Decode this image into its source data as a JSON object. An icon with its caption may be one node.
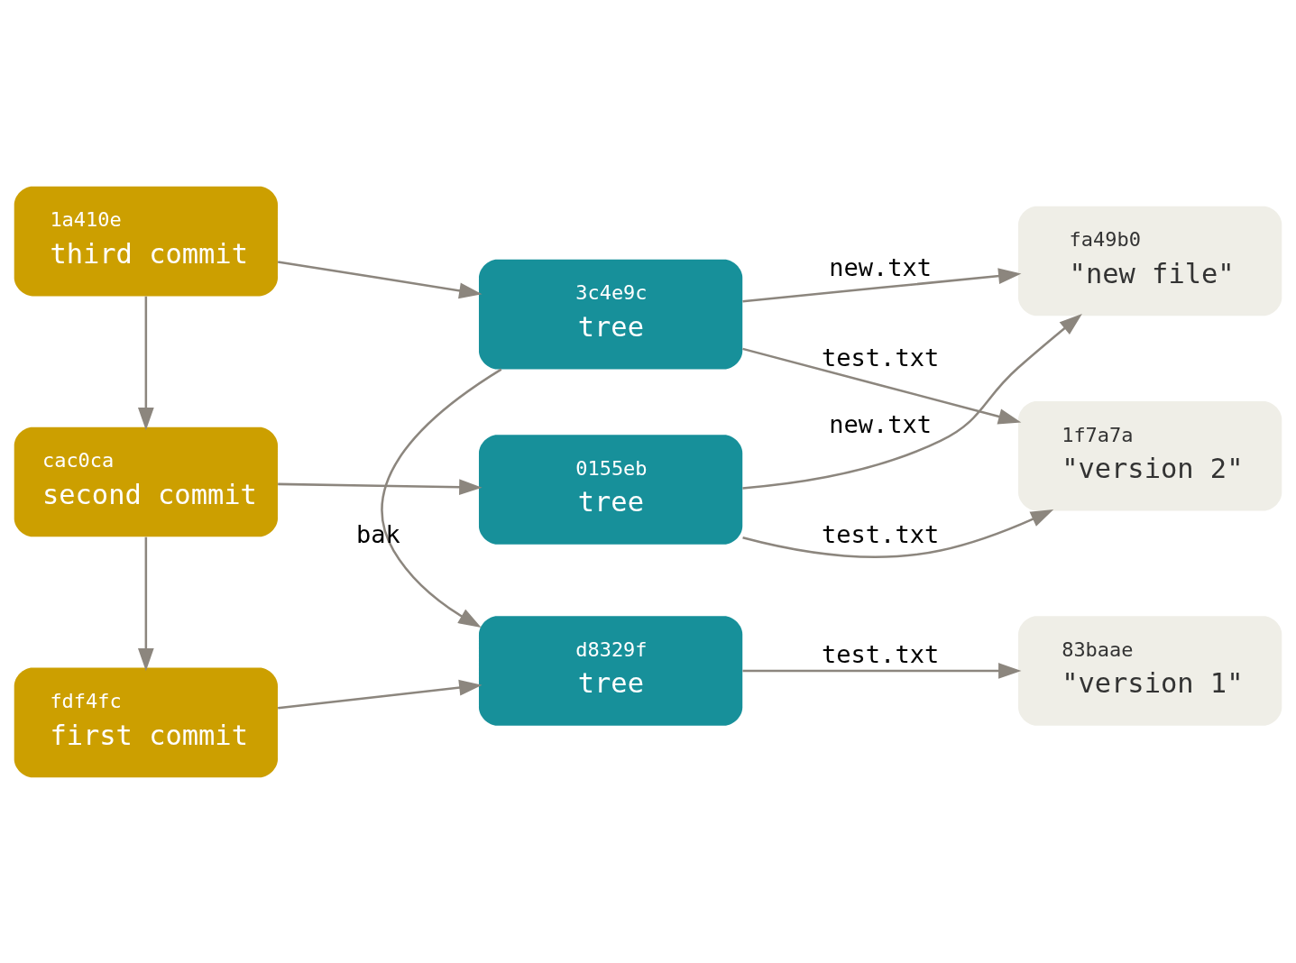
{
  "diagram": {
    "nodes": [
      {
        "text": [
          "1a410e",
          "third commit"
        ]
      },
      {
        "text": [
          "3c4e9c",
          "tree"
        ]
      },
      {
        "text": [
          "1f7a7a",
          "\"version 2\""
        ]
      },
      {
        "text": [
          "cac0ca",
          "second commit"
        ]
      },
      {
        "text": [
          "0155eb",
          "tree"
        ]
      },
      {
        "text": [
          "fa49b0",
          "\"new file\""
        ]
      },
      {
        "text": [
          "fdf4fc",
          "first commit"
        ]
      },
      {
        "text": [
          "d8329f",
          "tree"
        ]
      },
      {
        "text": [
          "83baae",
          "\"version 1\""
        ]
      }
    ],
    "edges": [
      {
        "from": 0,
        "to": 1,
        "arrow": "to"
      },
      {
        "from": 0,
        "to": 3,
        "arrow": "to"
      },
      {
        "from": 1,
        "to": 2,
        "arrow": "to",
        "label": "test.txt"
      },
      {
        "from": 1,
        "to": 5,
        "arrow": "to",
        "label": "new.txt"
      },
      {
        "from": 1,
        "to": 7,
        "arrow": "to",
        "label": "bak"
      },
      {
        "from": 3,
        "to": 4,
        "arrow": "to"
      },
      {
        "from": 3,
        "to": 6,
        "arrow": "to"
      },
      {
        "from": 4,
        "to": 2,
        "arrow": "to",
        "label": "test.txt"
      },
      {
        "from": 4,
        "to": 5,
        "arrow": "to",
        "label": "new.txt"
      },
      {
        "from": 6,
        "to": 7,
        "arrow": "to"
      },
      {
        "from": 7,
        "to": 8,
        "arrow": "to",
        "label": "test.txt"
      }
    ]
  }
}
